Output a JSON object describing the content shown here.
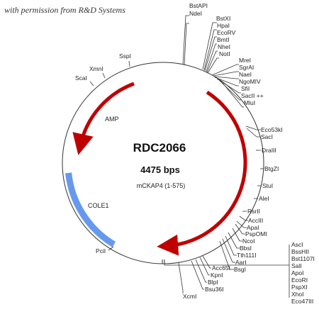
{
  "watermark": "with permission from R&D Systems",
  "plasmid": {
    "name": "RDC2066",
    "size": "4475 bps",
    "insert": "mCKAP4 (1-575)"
  },
  "features": {
    "amp": "AMP",
    "cole1": "COLE1"
  },
  "colors": {
    "arrow": "#c00000",
    "cole1": "#6699ee",
    "backbone": "#333333"
  },
  "sites": {
    "bstapi": "BstAPI",
    "ndei": "NdeI",
    "bstxi": "BstXI",
    "hpai": "HpaI",
    "ecorv": "EcoRV",
    "bmti": "BmtI",
    "nhei": "NheI",
    "noti": "NotI",
    "mrei": "MreI",
    "sgrai": "SgrAI",
    "naei": "NaeI",
    "ngomiv": "NgoMIV",
    "sfii": "SfiI",
    "sacii": "SacII ++",
    "mlui": "MluI",
    "eco53ki": "Eco53kI",
    "saci": "SacI",
    "draiii": "DraIII",
    "btgzi": "BtgZI",
    "stui": "StuI",
    "alei": "AleI",
    "rsrii": "RsrII",
    "acciii": "AccIII",
    "apai": "ApaI",
    "pspomi": "PspOMI",
    "ncoi": "NcoI",
    "bbsi": "BbsI",
    "tth111i": "Tth111I",
    "aari": "AarI",
    "bsgi": "BsgI",
    "asci": "AscI",
    "bsshii": "BssHII",
    "bst1107i": "Bst1107I",
    "sali": "SalI",
    "apoi": "ApoI",
    "ecori": "EcoRI",
    "pspxi": "PspXI",
    "xhoi": "XhoI",
    "eco47iii": "Eco47III",
    "acc65i": "Acc65I",
    "kpni": "KpnI",
    "blpi": "BlpI",
    "bsu36i": "Bsu36I",
    "xcmi": "XcmI",
    "pcii": "PciI",
    "scai": "ScaI",
    "xmni": "XmnI",
    "sspi": "SspI"
  }
}
